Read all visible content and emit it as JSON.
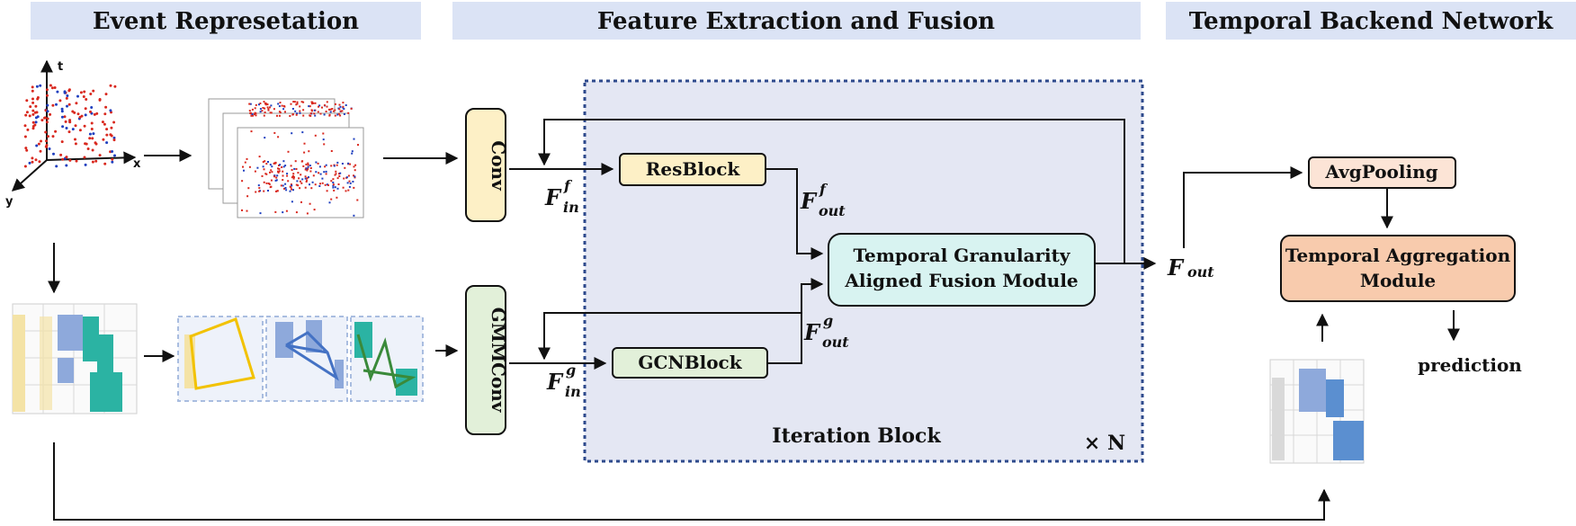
{
  "sections": {
    "event": "Event Represetation",
    "feature": "Feature Extraction and Fusion",
    "temporal": "Temporal Backend Network"
  },
  "axes": {
    "t": "t",
    "x": "x",
    "y": "y"
  },
  "blocks": {
    "conv": "Conv",
    "gmmconv": "GMMConv",
    "resblock": "ResBlock",
    "gcnblock": "GCNBlock",
    "fusion_line1": "Temporal Granularity",
    "fusion_line2": "Aligned Fusion Module",
    "avgpooling": "AvgPooling",
    "aggregation_line1": "Temporal Aggregation",
    "aggregation_line2": "Module",
    "prediction": "prediction",
    "iteration": "Iteration Block",
    "repeat": "× N"
  },
  "features": {
    "F": "F",
    "f": "f",
    "g": "g",
    "in": "in",
    "out": "out"
  },
  "colors": {
    "header_bg": "#dbe3f5",
    "iteration_bg": "#e4e7f3",
    "iteration_border": "#2e4a8c",
    "conv_fill": "#fdf0c6",
    "gmm_fill": "#e2f0d9",
    "fusion_fill": "#d8f3f1",
    "avgpool_fill": "#fce4d6",
    "aggregation_fill": "#f8cbad",
    "voxel_yellow": "#f4e3a6",
    "voxel_blue": "#8ea9db",
    "voxel_teal": "#2bb3a3",
    "graph_yellow": "#f2c200",
    "graph_blue": "#4472c4",
    "graph_green": "#3a8a3a",
    "event_red": "#d9281e",
    "event_blue": "#1f3fbf"
  }
}
